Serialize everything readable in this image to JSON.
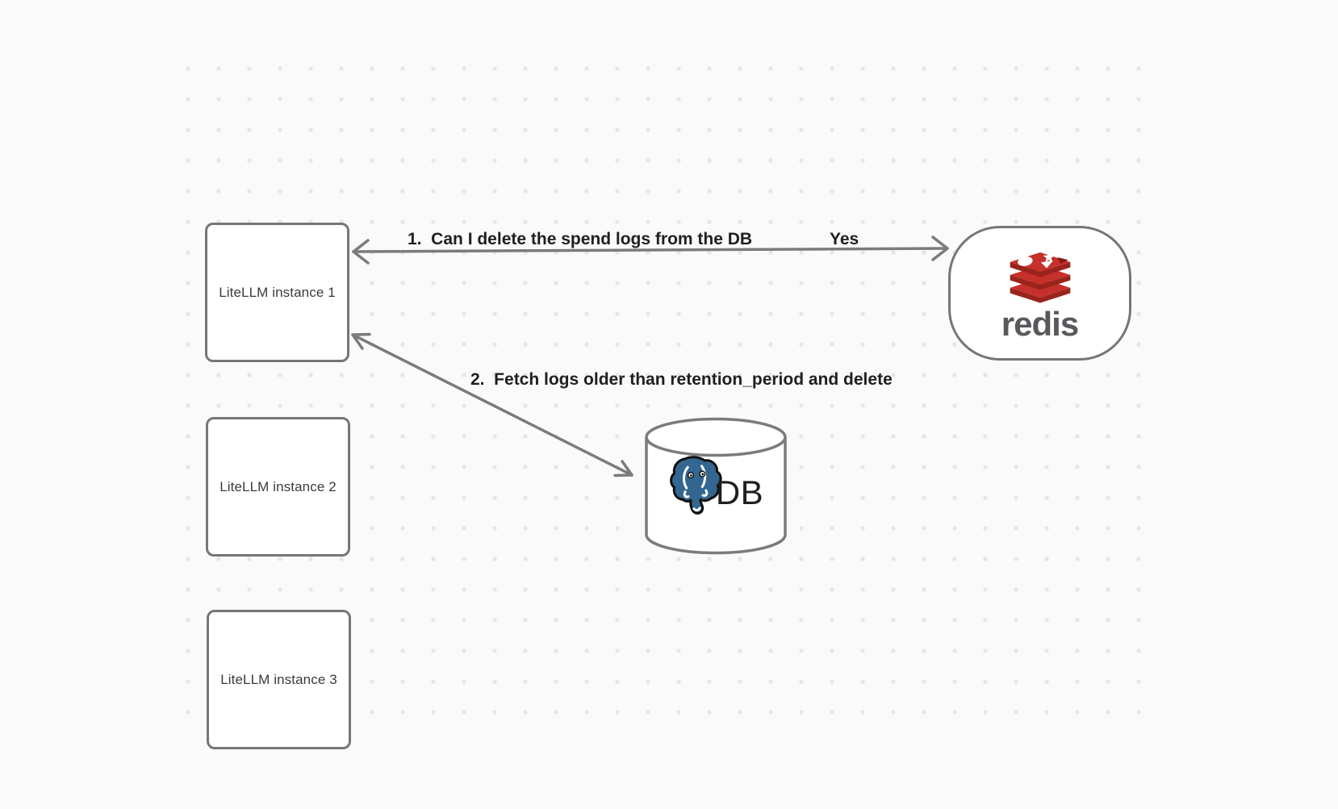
{
  "diagram": {
    "background_color": "#fafafa",
    "dot_color": "#e6e6e6",
    "stroke_color": "#7b7b7b",
    "label_text_color": "#1d1f20",
    "nodes": {
      "instance1": {
        "label": "LiteLLM instance 1"
      },
      "instance2": {
        "label": "LiteLLM instance 2"
      },
      "instance3": {
        "label": "LiteLLM instance 3"
      },
      "redis": {
        "label": "redis"
      },
      "database": {
        "label": "DB"
      }
    },
    "edges": {
      "step1": {
        "label": "1.  Can I delete the spend logs from the DB",
        "answer": "Yes",
        "from": "LiteLLM instance 1",
        "to": "redis"
      },
      "step2": {
        "label": "2.  Fetch logs older than retention_period and delete",
        "from": "LiteLLM instance 1",
        "to": "DB"
      }
    },
    "colors": {
      "redis_red_top": "#c6302b",
      "redis_red_front": "#9a231c",
      "redis_red_notch": "#7e1d15",
      "redis_wordmark": "#58595c",
      "postgres_blue": "#336791"
    }
  }
}
